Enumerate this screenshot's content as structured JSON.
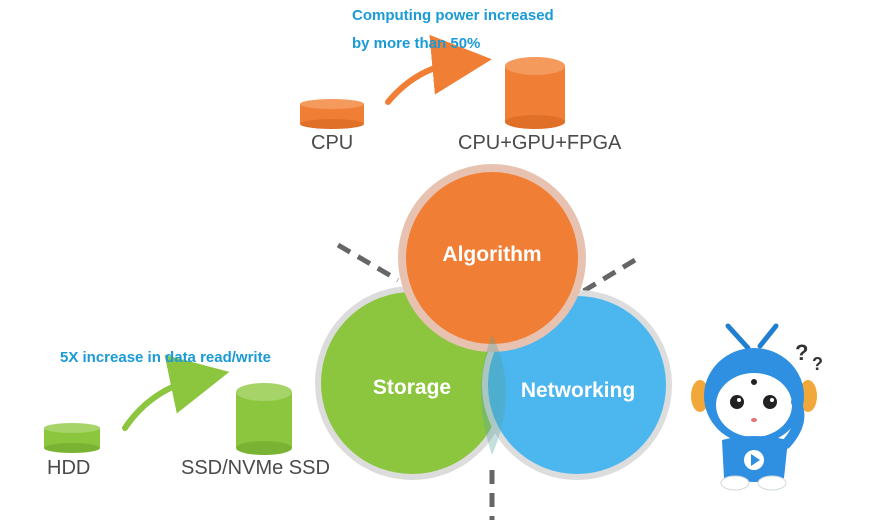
{
  "compute": {
    "callout_line1": "Computing power increased",
    "callout_line2": "by more than 50%",
    "from_label": "CPU",
    "to_label": "CPU+GPU+FPGA"
  },
  "storage": {
    "callout": "5X increase in data read/write",
    "from_label": "HDD",
    "to_label": "SSD/NVMe SSD"
  },
  "venn": {
    "top": "Algorithm",
    "left": "Storage",
    "right": "Networking"
  },
  "colors": {
    "orange": "#f07f35",
    "green": "#8cc63f",
    "blue": "#45b4ef",
    "callout_text": "#1a9ad6",
    "label_text": "#4a4a4a"
  },
  "icons": {
    "mascot": "blue-robot-mascot-question-icon"
  }
}
